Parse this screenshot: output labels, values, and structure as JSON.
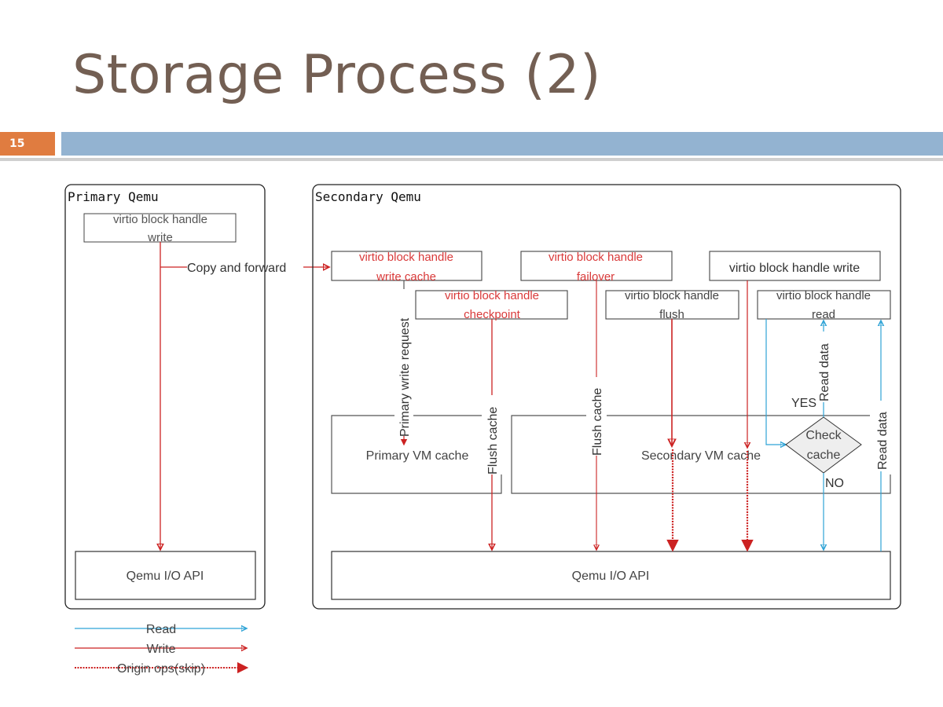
{
  "slide": {
    "title": "Storage Process (2)",
    "number": "15"
  },
  "colors": {
    "title": "#735f53",
    "number_badge": "#e07c40",
    "header_bar": "#93b3d1",
    "read": "#2fa3d6",
    "write": "#cc2222",
    "red_text": "#d93a3a",
    "text": "#333333"
  },
  "diagram": {
    "primary": {
      "label": "Primary Qemu",
      "handle_write": [
        "virtio block handle",
        "write"
      ],
      "copy_forward": "Copy and forward",
      "io_api": "Qemu I/O API"
    },
    "secondary": {
      "label": "Secondary Qemu",
      "write_cache": [
        "virtio block handle",
        "write cache"
      ],
      "failover": [
        "virtio block handle",
        "failover"
      ],
      "handle_write": "virtio block handle write",
      "checkpoint": [
        "virtio block handle",
        "checkpoint"
      ],
      "flush": [
        "virtio block handle",
        "flush"
      ],
      "read": [
        "virtio block handle",
        "read"
      ],
      "primary_write_request": "Primary write request",
      "flush_cache_1": "Flush cache",
      "flush_cache_2": "Flush cache",
      "primary_vm_cache": "Primary VM cache",
      "secondary_vm_cache": "Secondary VM cache",
      "check_cache": [
        "Check",
        "cache"
      ],
      "yes": "YES",
      "no": "NO",
      "read_data_1": "Read data",
      "read_data_2": "Read data",
      "io_api": "Qemu I/O API"
    },
    "legend": {
      "read": "Read",
      "write": "Write",
      "origin": "Origin ops(skip)"
    }
  }
}
